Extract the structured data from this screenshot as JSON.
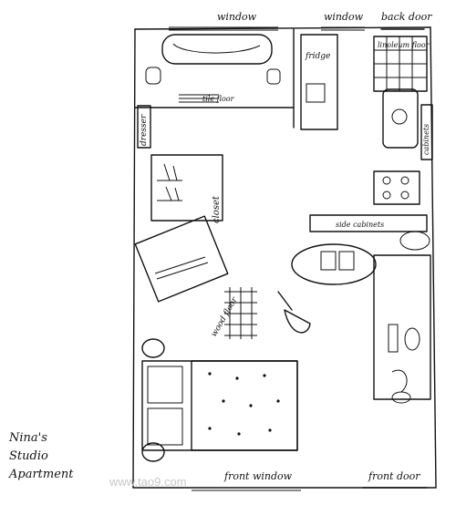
{
  "plan": {
    "labels": {
      "window_top": "window",
      "window_kitchen": "window",
      "back_door": "back door",
      "fridge": "fridge",
      "linoleum": "linoleum floor",
      "tile_floor": "tile floor",
      "cabinets": "cabinets",
      "dresser": "dresser",
      "closet": "closet",
      "side_cabinets": "side cabinets",
      "wood_floor": "wood floor",
      "front_window": "front window",
      "front_door": "front door",
      "title_line1": "Nina's",
      "title_line2": "Studio",
      "title_line3": "Apartment"
    },
    "watermark": "www.tao9.com"
  }
}
